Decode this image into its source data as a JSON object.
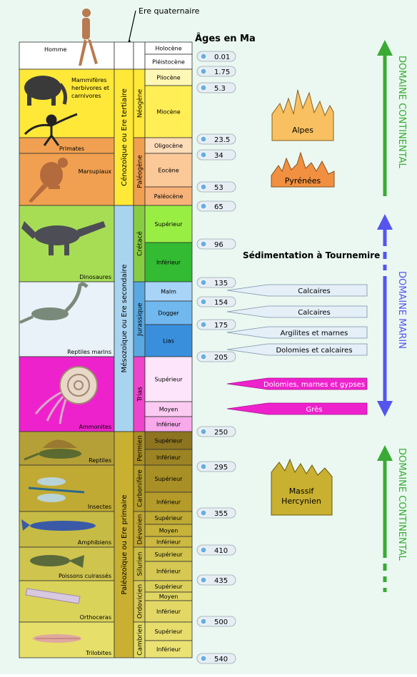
{
  "header": {
    "ere_quaternaire": "Ere quaternaire",
    "ages_title": "Âges en Ma",
    "sedimentation_title": "Sédimentation  à Tournemire"
  },
  "organisms": [
    {
      "label": "Homme",
      "color": "#ffffff",
      "from": 0,
      "to": 1.75
    },
    {
      "label": "Mammifères herbivores et carnivores",
      "color": "#ffe838",
      "from": 1.75,
      "to": 23.5
    },
    {
      "label": "Primates",
      "color": "#f0a050",
      "from": 23.5,
      "to": 34
    },
    {
      "label": "Marsupiaux",
      "color": "#f0a050",
      "from": 34,
      "to": 65
    },
    {
      "label": "Dinosaures",
      "color": "#a6dd55",
      "from": 65,
      "to": 135
    },
    {
      "label": "Reptiles marins",
      "color": "#e8f2f8",
      "from": 135,
      "to": 205
    },
    {
      "label": "Ammonites",
      "color": "#ee22cc",
      "from": 205,
      "to": 250
    },
    {
      "label": "Reptiles",
      "color": "#b5a037",
      "from": 250,
      "to": 295
    },
    {
      "label": "Insectes",
      "color": "#c1aa33",
      "from": 295,
      "to": 355
    },
    {
      "label": "Amphibiens",
      "color": "#c6bb44",
      "from": 355,
      "to": 410
    },
    {
      "label": "Poissons cuirassés",
      "color": "#cfc44e",
      "from": 410,
      "to": 435
    },
    {
      "label": "Orthoceras",
      "color": "#dad35a",
      "from": 435,
      "to": 500
    },
    {
      "label": "Trilobites",
      "color": "#e6e06a",
      "from": 500,
      "to": 540
    }
  ],
  "eras": [
    {
      "label": "",
      "color": "#ffffff",
      "from": 0,
      "to": 1.75
    },
    {
      "label": "Cénozoïque ou Ere tertiaire",
      "color": "#ffe838",
      "from": 1.75,
      "to": 65
    },
    {
      "label": "Mésozoïque ou Ere secondaire",
      "color": "#a8d4f0",
      "from": 65,
      "to": 250
    },
    {
      "label": "Paléozoïque ou Ere primaire",
      "color": "#c9b030",
      "from": 250,
      "to": 540
    }
  ],
  "systems": [
    {
      "label": "",
      "color": "#ffffff",
      "from": 0,
      "to": 1.75
    },
    {
      "label": "Néogène",
      "color": "#ffe838",
      "from": 1.75,
      "to": 23.5
    },
    {
      "label": "Paléogène",
      "color": "#f0a050",
      "from": 23.5,
      "to": 65
    },
    {
      "label": "Crétacé",
      "color": "#88cc44",
      "from": 65,
      "to": 135
    },
    {
      "label": "Jurassique",
      "color": "#5aa8e0",
      "from": 135,
      "to": 205
    },
    {
      "label": "Trias",
      "color": "#ee44cc",
      "from": 205,
      "to": 250
    },
    {
      "label": "Permien",
      "color": "#a88e26",
      "from": 250,
      "to": 295
    },
    {
      "label": "Carbonifère",
      "color": "#b59e2a",
      "from": 295,
      "to": 355
    },
    {
      "label": "Dévonien",
      "color": "#c1a832",
      "from": 355,
      "to": 410
    },
    {
      "label": "Silurien",
      "color": "#cbbd44",
      "from": 410,
      "to": 435
    },
    {
      "label": "Ordovicien",
      "color": "#d7ca55",
      "from": 435,
      "to": 500
    },
    {
      "label": "Cambrien",
      "color": "#e2dc63",
      "from": 500,
      "to": 540
    }
  ],
  "series": [
    {
      "label": "Holocène",
      "color": "#ffffff",
      "from": 0,
      "to": 0.01
    },
    {
      "label": "Pléistocène",
      "color": "#ffffff",
      "from": 0.01,
      "to": 1.75
    },
    {
      "label": "Pliocène",
      "color": "#fff7b5",
      "from": 1.75,
      "to": 5.3
    },
    {
      "label": "Miocène",
      "color": "#ffee55",
      "from": 5.3,
      "to": 23.5
    },
    {
      "label": "Oligocène",
      "color": "#fddcb8",
      "from": 23.5,
      "to": 34
    },
    {
      "label": "Eocène",
      "color": "#fbc897",
      "from": 34,
      "to": 53
    },
    {
      "label": "Paléocène",
      "color": "#f7b279",
      "from": 53,
      "to": 65
    },
    {
      "label": "Supérieur",
      "color": "#99ee44",
      "from": 65,
      "to": 96
    },
    {
      "label": "Inférieur",
      "color": "#33bb33",
      "from": 96,
      "to": 135
    },
    {
      "label": "Malm",
      "color": "#a8d4f8",
      "from": 135,
      "to": 154
    },
    {
      "label": "Dogger",
      "color": "#70b8ee",
      "from": 154,
      "to": 175
    },
    {
      "label": "Lias",
      "color": "#3a8fdd",
      "from": 175,
      "to": 205
    },
    {
      "label": "Supérieur",
      "color": "#fde6fb",
      "from": 205,
      "to": 230
    },
    {
      "label": "Moyen",
      "color": "#fbcbf2",
      "from": 230,
      "to": 240
    },
    {
      "label": "Inférieur",
      "color": "#f7a9ea",
      "from": 240,
      "to": 250
    },
    {
      "label": "Supérieur",
      "color": "#8c7420",
      "from": 250,
      "to": 270
    },
    {
      "label": "Inférieur",
      "color": "#9c8424",
      "from": 270,
      "to": 295
    },
    {
      "label": "Supérieur",
      "color": "#a99026",
      "from": 295,
      "to": 320
    },
    {
      "label": "Inférieur",
      "color": "#b59c2a",
      "from": 320,
      "to": 355
    },
    {
      "label": "Supérieur",
      "color": "#beaa34",
      "from": 355,
      "to": 370
    },
    {
      "label": "Moyen",
      "color": "#c7b23a",
      "from": 370,
      "to": 385
    },
    {
      "label": "Inférieur",
      "color": "#cdb942",
      "from": 385,
      "to": 410
    },
    {
      "label": "Supérieur",
      "color": "#d0c24a",
      "from": 410,
      "to": 420
    },
    {
      "label": "Inférieur",
      "color": "#d6c853",
      "from": 420,
      "to": 435
    },
    {
      "label": "Supérieur",
      "color": "#dbd05c",
      "from": 435,
      "to": 455
    },
    {
      "label": "Moyen",
      "color": "#e0d662",
      "from": 455,
      "to": 465
    },
    {
      "label": "Inférieur",
      "color": "#e3d866",
      "from": 465,
      "to": 500
    },
    {
      "label": "Supérieur",
      "color": "#e6dd6c",
      "from": 500,
      "to": 520
    },
    {
      "label": "Inférieur",
      "color": "#ebe274",
      "from": 520,
      "to": 540
    }
  ],
  "ages": [
    "0.01",
    "1.75",
    "5.3",
    "23.5",
    "34",
    "53",
    "65",
    "96",
    "135",
    "154",
    "175",
    "205",
    "250",
    "295",
    "355",
    "410",
    "435",
    "500",
    "540"
  ],
  "sedimentation": [
    {
      "label": "Calcaires",
      "age_from": 135,
      "age_to": 154,
      "color": "#e4eff8"
    },
    {
      "label": "Calcaires",
      "age_from": 154,
      "age_to": 175,
      "color": "#e4eff8"
    },
    {
      "label": "Argilites et marnes",
      "age_from": 175,
      "age_to": 205,
      "color": "#e4eff8"
    },
    {
      "label": "Dolomies et calcaires",
      "age_from": 175,
      "age_to": 205,
      "color": "#e4eff8"
    },
    {
      "label": "Dolomies, marnes et gypses",
      "age_from": 205,
      "age_to": 230,
      "color": "#ee22cc"
    },
    {
      "label": "Grès",
      "age_from": 230,
      "age_to": 250,
      "color": "#ee22cc"
    }
  ],
  "mountains": [
    {
      "label": "Alpes",
      "color": "#f8c060"
    },
    {
      "label": "Pyrénées",
      "color": "#f09040"
    },
    {
      "label": "Massif Hercynien",
      "color": "#c9b030"
    }
  ],
  "domains": [
    {
      "label": "DOMAINE CONTINENTAL",
      "color": "#3aaa35"
    },
    {
      "label": "DOMAINE MARIN",
      "color": "#5555ee"
    },
    {
      "label": "DOMAINE CONTINENTAL",
      "color": "#3aaa35"
    }
  ]
}
